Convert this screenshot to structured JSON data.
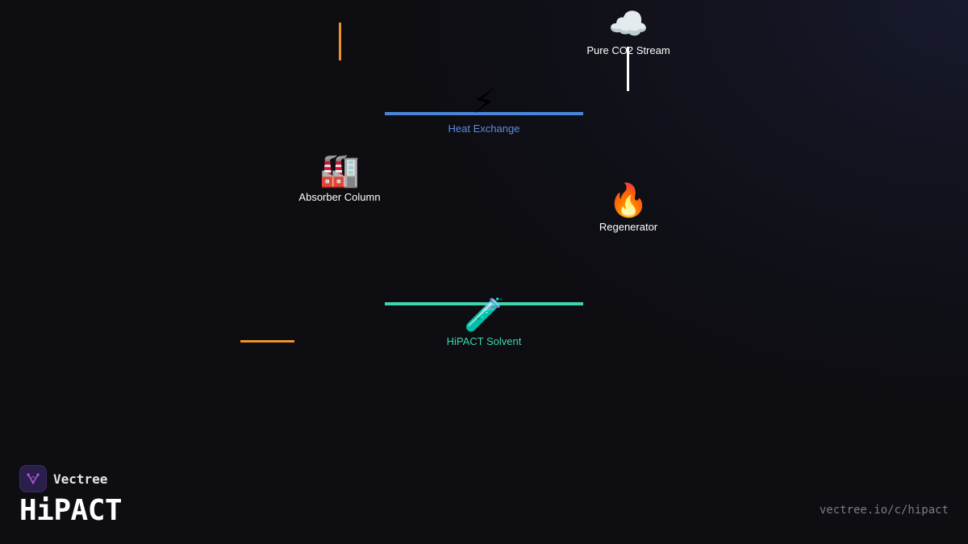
{
  "diagram": {
    "nodes": {
      "co2_stream": {
        "icon": "cloud-icon",
        "emoji": "☁️",
        "label": "Pure CO2 Stream",
        "color": "#ffffff"
      },
      "heat_exchange": {
        "icon": "lightning-icon",
        "emoji": "⚡",
        "label": "Heat Exchange",
        "color": "#5b8fe0"
      },
      "absorber": {
        "icon": "factory-icon",
        "emoji": "🏭",
        "label": "Absorber Column",
        "color": "#ffffff"
      },
      "regenerator": {
        "icon": "fire-icon",
        "emoji": "🔥",
        "label": "Regenerator",
        "color": "#ffffff"
      },
      "solvent": {
        "icon": "test-tube-icon",
        "emoji": "🧪",
        "label": "HiPACT Solvent",
        "color": "#3ed6b0"
      }
    },
    "colors": {
      "flue_gas": "#e8952a",
      "heat": "#4a86d8",
      "solvent": "#3ed6b0",
      "co2": "#ffffff"
    }
  },
  "branding": {
    "logo_icon": "vectree-logo-icon",
    "logo_color": "#b05ae0",
    "name": "Vectree",
    "title": "HiPACT",
    "url": "vectree.io/c/hipact"
  }
}
